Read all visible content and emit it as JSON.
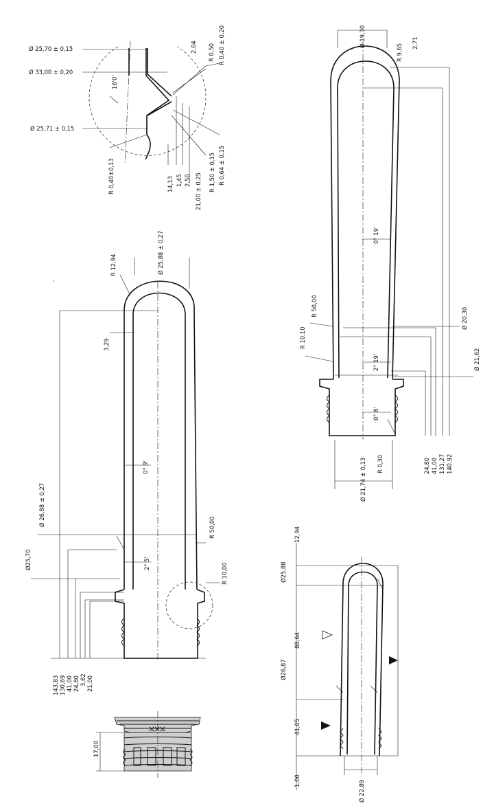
{
  "detail": {
    "d_top": "Ø 25,70 ± 0,15",
    "d_mid": "Ø 33,00 ± 0,20",
    "d_low": "Ø 25,71 ± 0,15",
    "r_low": "R 0,40±0,13",
    "angle": "16'0'",
    "w204": "2,04",
    "r050": "R 0,50",
    "r040": "R 0,40 ± 0,20",
    "r150": "R 1,50 ± 0,15",
    "r064": "R 0,64 ± 0,15",
    "v1413": "14,13",
    "v145": "1,45",
    "v250": "2,50",
    "v2100": "21,00 ± 0,25"
  },
  "left_view": {
    "d_top": "Ø 25,88 ± 0,27",
    "r_top": "R 12,94",
    "v329": "3,29",
    "angle_body": "0° 9'",
    "d_mid": "Ø 26,88 ± 0,27",
    "r_5000": "R 50,00",
    "d_2570": "Ø25,70",
    "angle_lower": "2° 5'",
    "r_1000": "R 10,00",
    "heights": [
      "143,83",
      "130,69",
      "41,00",
      "24,80",
      "3,62",
      "21,00"
    ]
  },
  "right_view": {
    "d_top": "Ø 19,30",
    "r_top": "R 9,65",
    "v271": "2,71",
    "angle_upper": "0° 19'",
    "r_5000": "R 50,00",
    "r_1010": "R 10,10",
    "angle_mid": "2° 19'",
    "angle_low": "0° 8'",
    "d_2030": "Ø 20,30",
    "d_2162": "Ø 21,62",
    "d_bottom": "Ø 21,74 ± 0,13",
    "r_030": "R 0,30",
    "heights": [
      "24,80",
      "41,00",
      "131,27",
      "140,92"
    ]
  },
  "bottom_right_view": {
    "v1294": "12,94",
    "d_2588": "Ø25,88",
    "v8864": "88,64",
    "d_2687": "Ø26,87",
    "v4105": "41,05",
    "v100": "1,00",
    "d_2289": "Ø 22,89"
  },
  "neck_view": {
    "height": "17,00"
  }
}
